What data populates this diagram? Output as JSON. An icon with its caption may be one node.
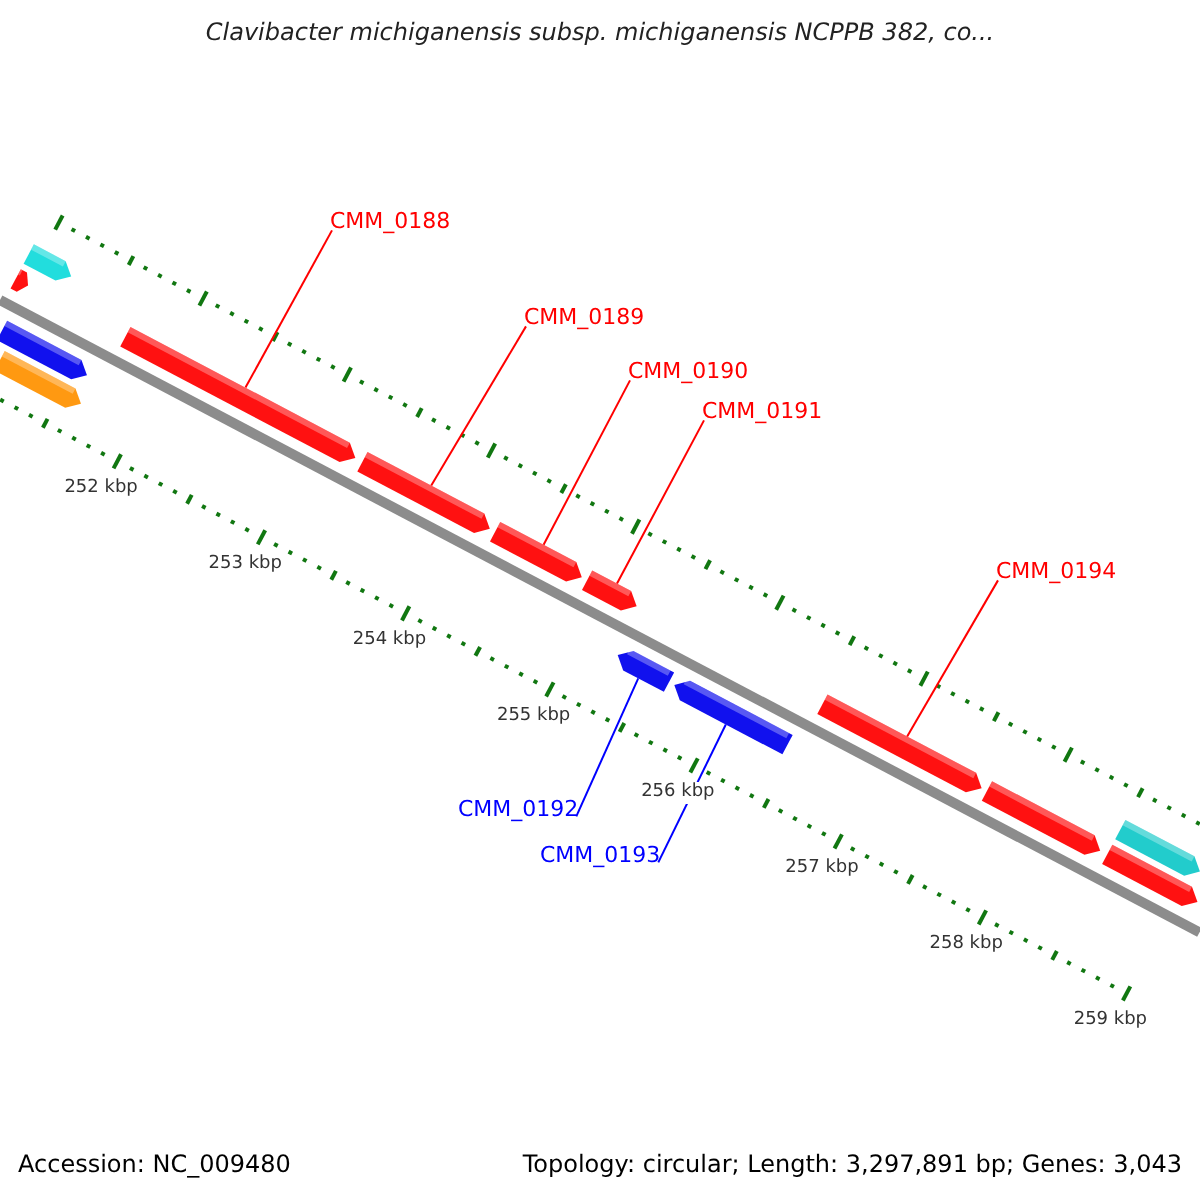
{
  "diagram": {
    "title": "Clavibacter michiganensis subsp. michiganensis NCPPB 382, co...",
    "nodes": [
      {
        "text": [
          "CMM_0188"
        ]
      },
      {
        "text": [
          "CMM_0189"
        ]
      },
      {
        "text": [
          "CMM_0190"
        ]
      },
      {
        "text": [
          "CMM_0191"
        ]
      },
      {
        "text": [
          "CMM_0194"
        ]
      },
      {
        "text": [
          "CMM_0192"
        ]
      },
      {
        "text": [
          "CMM_0193"
        ]
      },
      {
        "text": [],
        "shape": "bar"
      },
      {
        "text": [],
        "shape": "bar"
      },
      {
        "text": [],
        "shape": "bar"
      },
      {
        "text": [],
        "shape": "bar"
      },
      {
        "text": [],
        "shape": "bar"
      },
      {
        "text": [],
        "shape": "bar"
      },
      {
        "text": [],
        "shape": "bar"
      },
      {
        "text": [],
        "shape": "bar"
      },
      {
        "text": [],
        "shape": "bar"
      },
      {
        "text": [],
        "shape": "bar"
      },
      {
        "text": [],
        "shape": "bar"
      },
      {
        "text": [],
        "shape": "bar"
      },
      {
        "text": [],
        "shape": "bar"
      },
      {
        "text": [],
        "shape": "bar"
      }
    ],
    "edges": [
      {
        "from": 0,
        "to": 11,
        "arrow": "none"
      },
      {
        "from": 1,
        "to": 12,
        "arrow": "none"
      },
      {
        "from": 2,
        "to": 13,
        "arrow": "none"
      },
      {
        "from": 3,
        "to": 14,
        "arrow": "none"
      },
      {
        "from": 4,
        "to": 17,
        "arrow": "none"
      },
      {
        "from": 5,
        "to": 15,
        "arrow": "none",
        "color": "#0000ff"
      },
      {
        "from": 6,
        "to": 16,
        "arrow": "none",
        "color": "#0000ff"
      }
    ],
    "labels": [
      "252 kbp",
      "253 kbp",
      "254 kbp",
      "255 kbp",
      "256 kbp",
      "257 kbp",
      "258 kbp",
      "259 kbp",
      "Accession: NC_009480",
      "Topology: circular; Length: 3,297,891 bp; Genes: 3,043"
    ]
  }
}
